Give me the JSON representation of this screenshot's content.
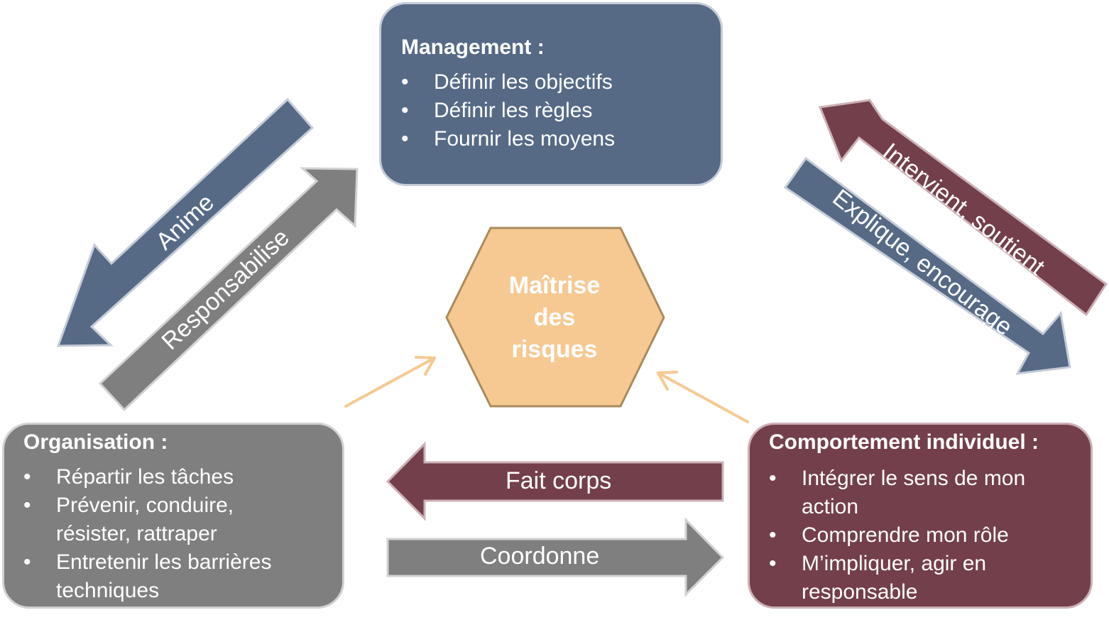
{
  "management": {
    "title": "Management :",
    "items": [
      "Définir les objectifs",
      "Définir les règles",
      "Fournir les moyens"
    ]
  },
  "organisation": {
    "title": "Organisation :",
    "items": [
      "Répartir les tâches",
      "Prévenir, conduire, résister, rattraper",
      "Entretenir les barrières techniques"
    ]
  },
  "comportement": {
    "title": "Comportement individuel :",
    "items": [
      "Intégrer le sens de mon action",
      "Comprendre mon rôle",
      "M’impliquer, agir en responsable"
    ]
  },
  "center": {
    "lines": [
      "Maîtrise",
      "des",
      "risques"
    ]
  },
  "arrows": {
    "anime": "Anime",
    "responsabilise": "Responsabilise",
    "intervient": "Intervient, soutient",
    "explique": "Explique, encourage",
    "fait_corps": "Fait corps",
    "coordonne": "Coordonne"
  },
  "bullet": "•",
  "colors": {
    "management": "#566a86",
    "organisation": "#7f7f7f",
    "comportement": "#733f4a",
    "center": "#f6c992",
    "accent_arrow": "#f6c992"
  }
}
